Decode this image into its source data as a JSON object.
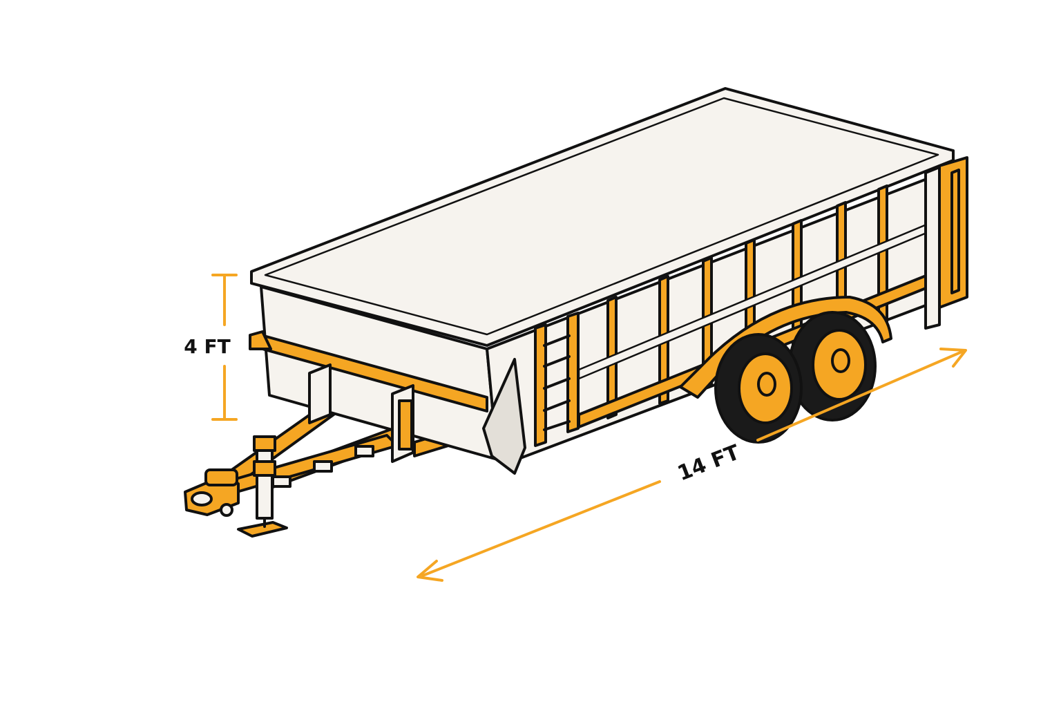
{
  "dimensions": {
    "height": {
      "label": "4 FT",
      "value": 4,
      "unit": "FT"
    },
    "length": {
      "label": "14 FT",
      "value": 14,
      "unit": "FT"
    }
  },
  "colors": {
    "accent": "#F5A623",
    "outline": "#111111",
    "body": "#F6F3EE",
    "shade": "#E3DFD8",
    "tire": "#1A1A1A"
  }
}
